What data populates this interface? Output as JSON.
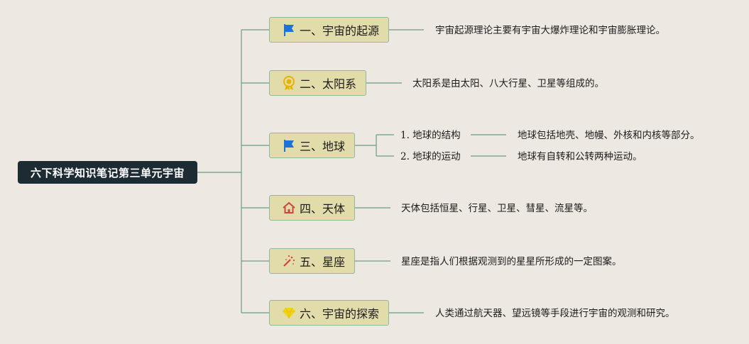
{
  "root": {
    "label": "六下科学知识笔记第三单元宇宙"
  },
  "branches": [
    {
      "label": "一、宇宙的起源",
      "icon": "flag-icon",
      "desc": "宇宙起源理论主要有宇宙大爆炸理论和宇宙膨胀理论。"
    },
    {
      "label": "二、太阳系",
      "icon": "medal-icon",
      "desc": "太阳系是由太阳、八大行星、卫星等组成的。"
    },
    {
      "label": "三、地球",
      "icon": "flag-icon",
      "children": [
        {
          "label": "1. 地球的结构",
          "desc": "地球包括地壳、地幔、外核和内核等部分。"
        },
        {
          "label": "2. 地球的运动",
          "desc": "地球有自转和公转两种运动。"
        }
      ]
    },
    {
      "label": "四、天体",
      "icon": "home-icon",
      "desc": "天体包括恒星、行星、卫星、彗星、流星等。"
    },
    {
      "label": "五、星座",
      "icon": "magic-wand-icon",
      "desc": "星座是指人们根据观测到的星星所形成的一定图案。"
    },
    {
      "label": "六、宇宙的探索",
      "icon": "diamond-icon",
      "desc": "人类通过航天器、望远镜等手段进行宇宙的观测和研究。"
    }
  ],
  "colors": {
    "connector": "#6c9a86",
    "branch_fill": "#e2dcab",
    "branch_border": "#8fb7a2",
    "root_fill": "#1d2b33",
    "flag": "#1a73d9",
    "medal": "#e6b400",
    "home": "#d0453c",
    "wand": "#d0453c",
    "diamond": "#f2d31b"
  }
}
